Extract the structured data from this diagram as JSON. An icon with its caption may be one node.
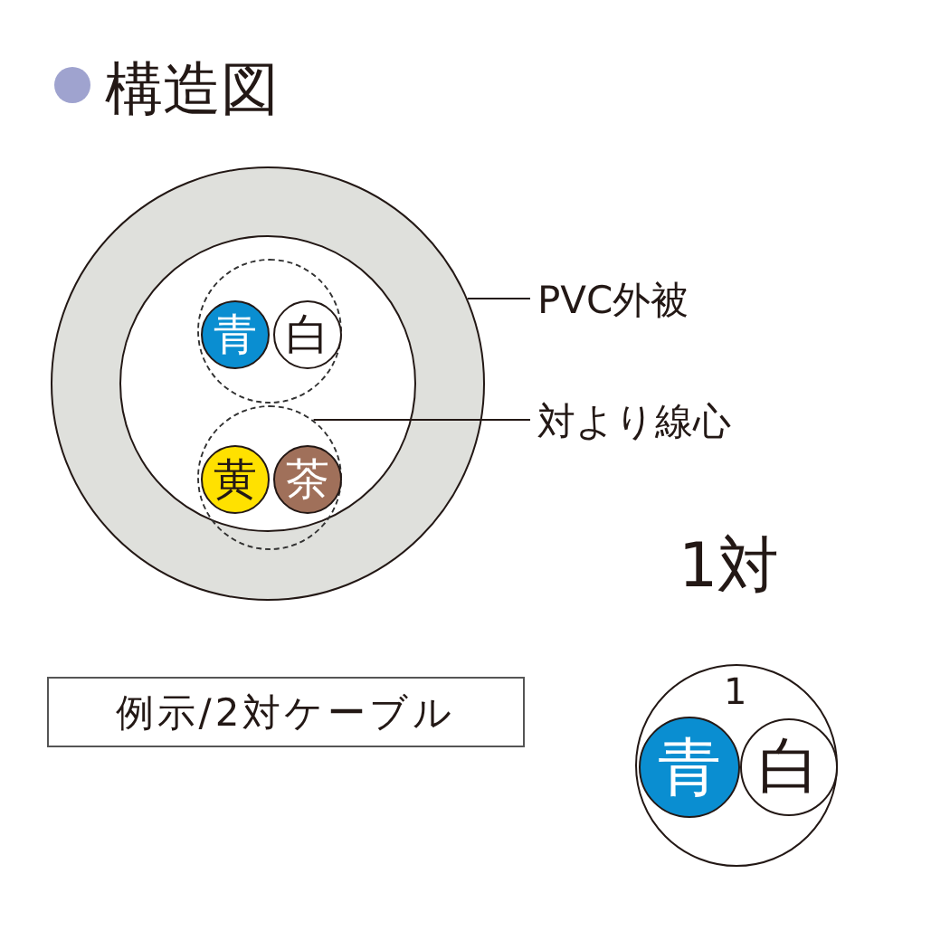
{
  "diagram": {
    "title": "構造図",
    "nodes": [
      {
        "text": [],
        "shape": "circle"
      },
      {
        "text": [],
        "shape": "circle",
        "in": 0
      },
      {
        "text": [
          "青"
        ],
        "in": 1
      },
      {
        "text": [
          "白"
        ],
        "in": 1
      },
      {
        "text": [],
        "shape": "circle",
        "in": 0
      },
      {
        "text": [
          "黄"
        ],
        "in": 4
      },
      {
        "text": [
          "茶"
        ],
        "in": 4
      },
      {
        "text": [
          "PVC外被"
        ]
      },
      {
        "text": [
          "対より線心"
        ]
      },
      {
        "text": [
          "1"
        ]
      },
      {
        "text": [
          "青"
        ],
        "in": 9
      },
      {
        "text": [
          "白"
        ],
        "in": 9
      }
    ],
    "edges": [
      {
        "from": 7,
        "to": 0,
        "arrow": "none"
      },
      {
        "from": 8,
        "to": 4,
        "arrow": "none"
      }
    ],
    "labels": [
      "1対",
      "例示/2対ケーブル"
    ]
  }
}
